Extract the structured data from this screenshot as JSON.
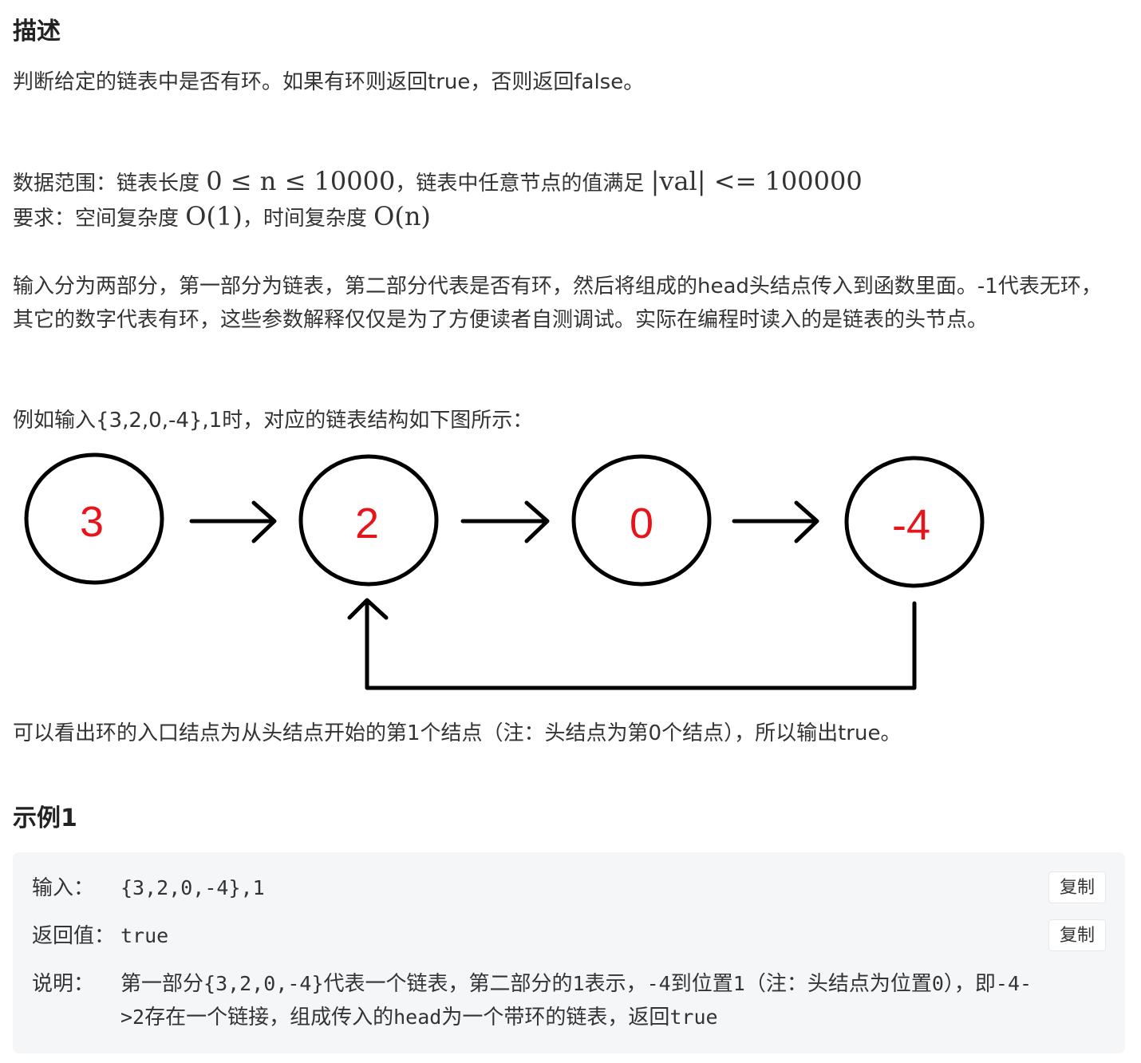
{
  "description": {
    "title": "描述",
    "text1": "判断给定的链表中是否有环。如果有环则返回true，否则返回false。",
    "range_prefix": "数据范围：链表长度 ",
    "range_expr": "0 ≤ n ≤ 10000",
    "range_mid": "，链表中任意节点的值满足 ",
    "range_val_expr": "|val| <= 100000",
    "req_prefix": "要求：空间复杂度 ",
    "req_space": "O(1)",
    "req_mid": "，时间复杂度 ",
    "req_time": "O(n)",
    "input_desc": "输入分为两部分，第一部分为链表，第二部分代表是否有环，然后将组成的head头结点传入到函数里面。-1代表无环，其它的数字代表有环，这些参数解释仅仅是为了方便读者自测调试。实际在编程时读入的是链表的头节点。",
    "example_intro": "例如输入{3,2,0,-4},1时，对应的链表结构如下图所示：",
    "conclusion": "可以看出环的入口结点为从头结点开始的第1个结点（注：头结点为第0个结点），所以输出true。"
  },
  "diagram": {
    "nodes": [
      "3",
      "2",
      "0",
      "-4"
    ],
    "cycle_entry_index": 1,
    "node_text_color": "#e8141b",
    "stroke_color": "#000000"
  },
  "example1": {
    "title": "示例1",
    "input_label": "输入：",
    "input_value": "{3,2,0,-4},1",
    "return_label": "返回值：",
    "return_value": "true",
    "note_label": "说明：",
    "note_text_1": "第一部分",
    "note_code_1": "{3,2,0,-4}",
    "note_text_2": "代表一个链表，第二部分的",
    "note_code_2": "1",
    "note_text_3": "表示，",
    "note_code_3": "-4",
    "note_text_4": "到位置",
    "note_code_4": "1",
    "note_text_5": "（注：头结点为位置",
    "note_code_5": "0",
    "note_text_6": "），即",
    "note_code_6": "-4->2",
    "note_text_7": "存在一个链接，组成传入的",
    "note_code_7": "head",
    "note_text_8": "为一个带环的链表，返回",
    "note_code_8": "true",
    "copy_label": "复制"
  },
  "colors": {
    "text": "#333333",
    "box_bg": "#f5f6f8"
  }
}
